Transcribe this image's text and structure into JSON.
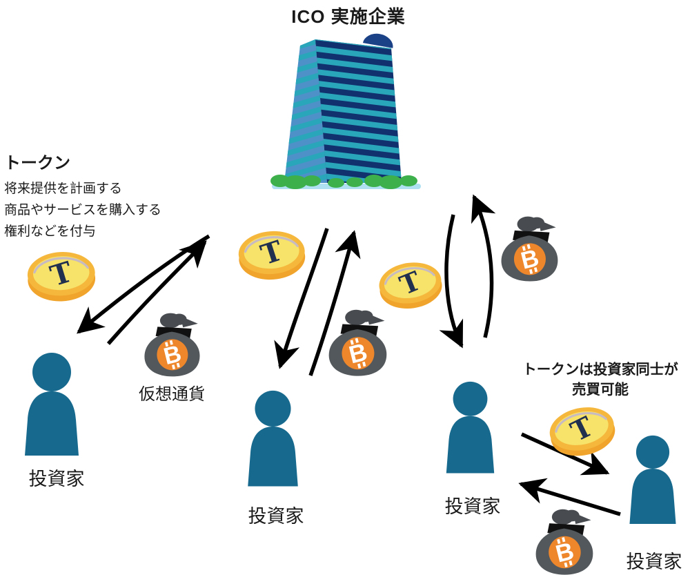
{
  "title": "ICO 実施企業",
  "token_note": {
    "heading": "トークン",
    "lines": [
      "将来提供を計画する",
      "商品やサービスを購入する",
      "権利などを付与"
    ]
  },
  "labels": {
    "crypto_currency": "仮想通貨",
    "investor": "投資家",
    "p2p_note": [
      "トークンは投資家同士が",
      "売買可能"
    ]
  },
  "icons": {
    "token_coin_letter": "T",
    "bitcoin_letter": "B"
  },
  "colors": {
    "person": "#176a8e",
    "coin_face": "#f7e36a",
    "coin_rim": "#f5b83d",
    "coin_edge": "#f0a42c",
    "coin_arc": "#c7bbc1",
    "coin_letter": "#22304f",
    "bag_body": "#53585c",
    "bag_knot": "#484c50",
    "bag_tie": "#111111",
    "bitcoin_orange": "#ee872c",
    "building_left": "#4e90c8",
    "building_right": "#10306e",
    "building_stripe": "#2aa6ba",
    "building_dome": "#1b4187",
    "bush_green": "#3db04b",
    "base_blue": "#aee0f2",
    "arrow_black": "#000000",
    "text": "#1a1a1a"
  }
}
